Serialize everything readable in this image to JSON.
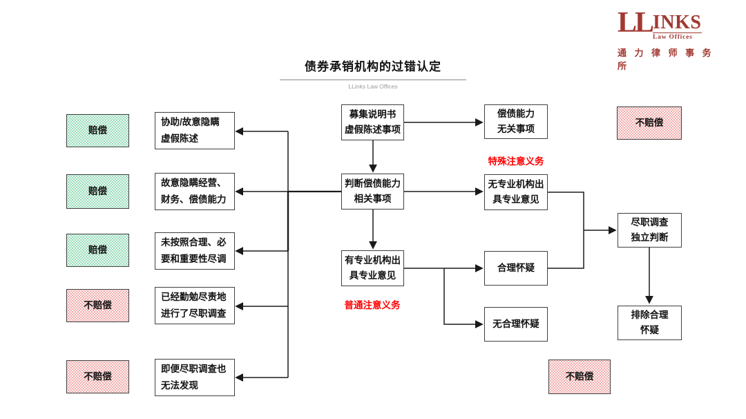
{
  "header": {
    "title": "债券承销机构的过错认定",
    "subtitle": "LLinks Law Offices"
  },
  "logo": {
    "ll": "LL",
    "inks": "INKS",
    "law_offices": "Law Offices",
    "chinese_name": "通 力 律 师 事 务 所"
  },
  "notes": {
    "special_duty": "特殊注意义务",
    "ordinary_duty": "普通注意义务"
  },
  "colors": {
    "green_bg": "#E9F8F0",
    "green_dot": "#8CD7B2",
    "red_bg": "#FDF0F0",
    "red_dot": "#F0A0A0",
    "note_red": "#FF0000",
    "logo_red": "#A23931",
    "line_color": "#1A1A1A"
  },
  "nodes": {
    "outcomes": [
      {
        "label": "赔偿",
        "variant": "compensate"
      },
      {
        "label": "赔偿",
        "variant": "compensate"
      },
      {
        "label": "赔偿",
        "variant": "compensate"
      },
      {
        "label": "不赔偿",
        "variant": "no_compensate"
      },
      {
        "label": "不赔偿",
        "variant": "no_compensate"
      },
      {
        "label": "不赔偿",
        "variant": "no_compensate"
      },
      {
        "label": "不赔偿",
        "variant": "no_compensate"
      }
    ],
    "causes": [
      {
        "label": "协助/故意隐瞒\n虚假陈述"
      },
      {
        "label": "故意隐瞒经营、\n财务、偿债能力"
      },
      {
        "label": "未按照合理、必\n要和重要性尽调"
      },
      {
        "label": "已经勤勉尽责地\n进行了尽职调查"
      },
      {
        "label": "即便尽职调查也\n无法发现"
      }
    ],
    "flow": [
      {
        "label": "募集说明书\n虚假陈述事项"
      },
      {
        "label": "判断偿债能力\n相关事项"
      },
      {
        "label": "有专业机构出\n具专业意见"
      },
      {
        "label": "偿债能力\n无关事项"
      },
      {
        "label": "无专业机构出\n具专业意见"
      },
      {
        "label": "合理怀疑"
      },
      {
        "label": "无合理怀疑"
      },
      {
        "label": "尽职调查\n独立判断"
      },
      {
        "label": "排除合理\n怀疑"
      }
    ]
  }
}
